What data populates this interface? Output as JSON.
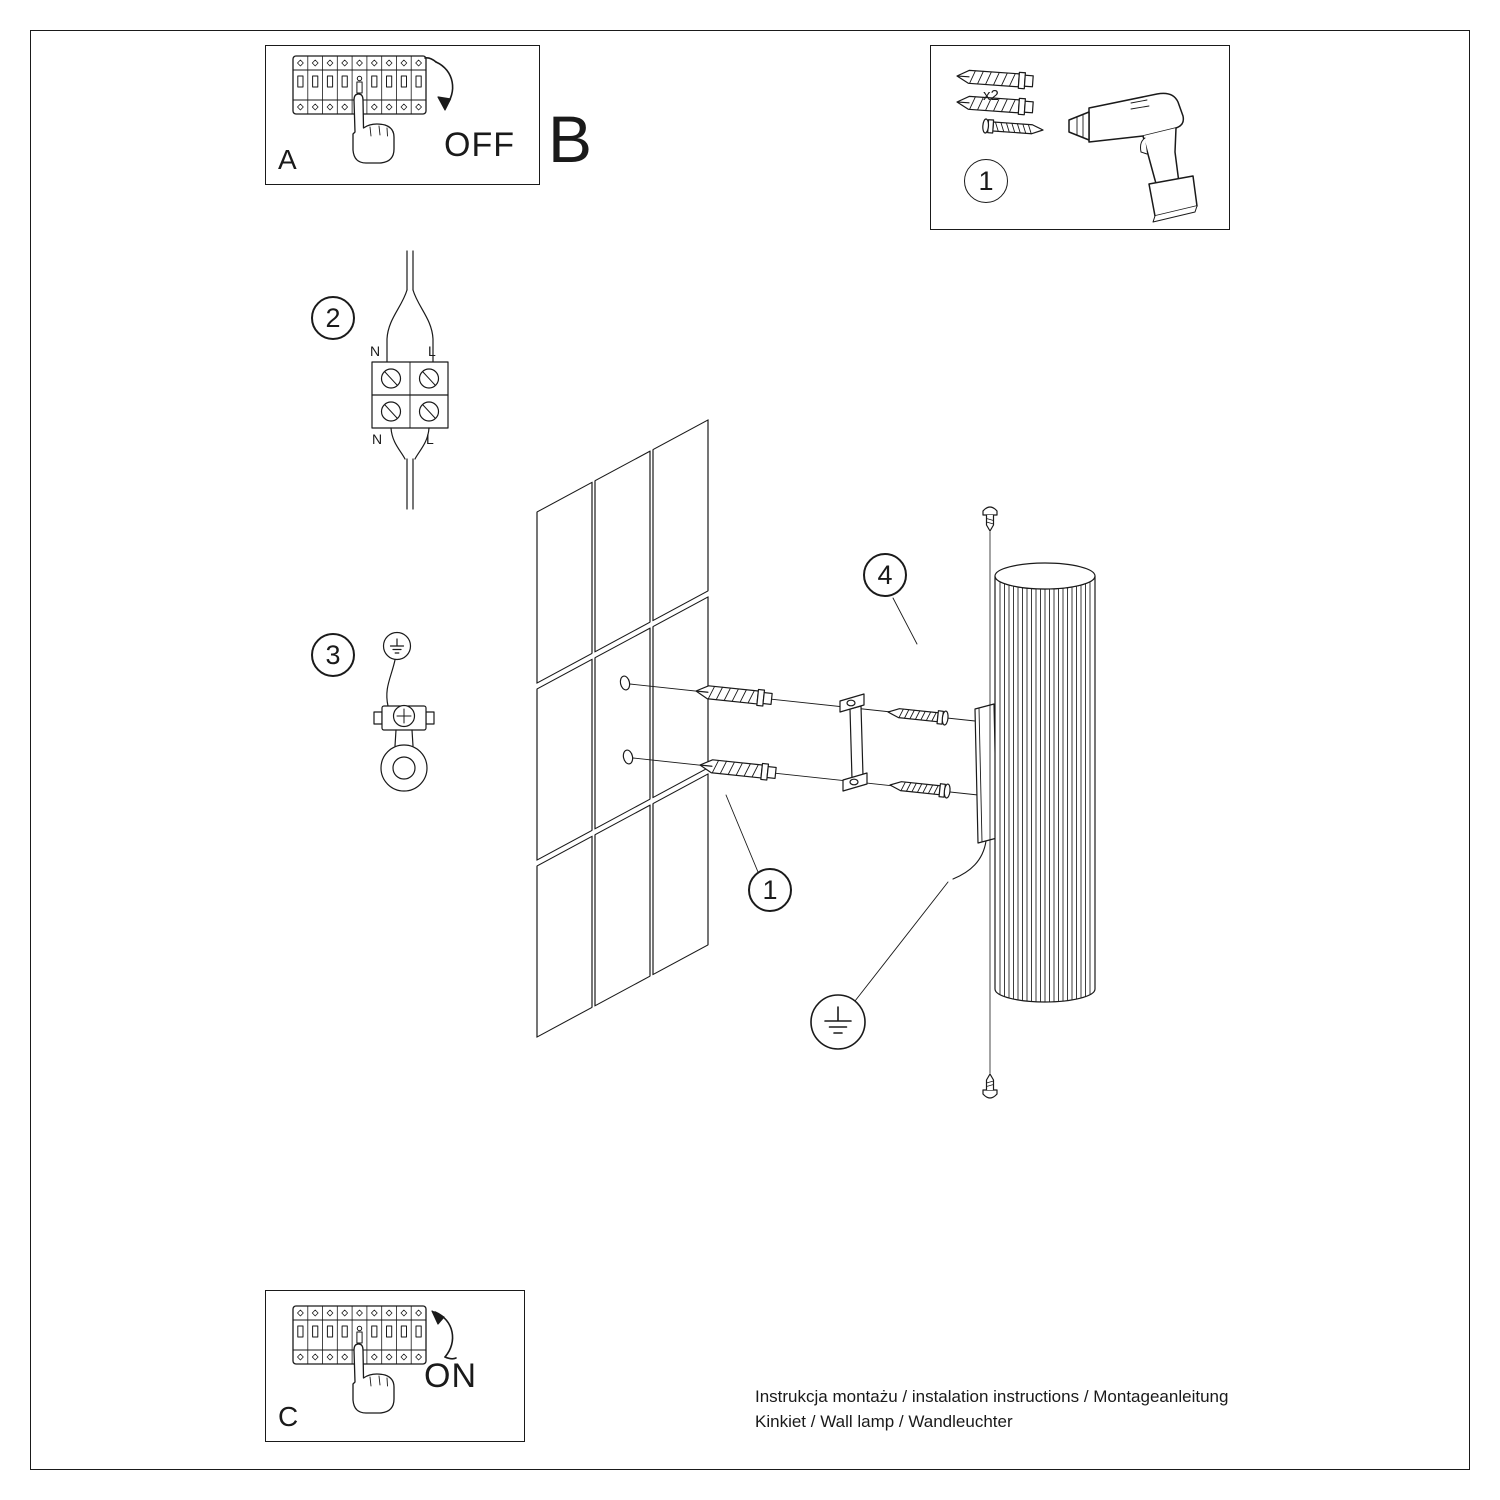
{
  "document": {
    "ink_color": "#1a1a1a",
    "background": "#ffffff"
  },
  "steps": {
    "panel_a": {
      "label": "A",
      "switch_state": "OFF"
    },
    "section_b": {
      "label": "B"
    },
    "tools": {
      "step_number": "1",
      "anchor_quantity": "x2"
    },
    "wiring": {
      "step_number": "2",
      "terminal_labels": {
        "top_left": "N",
        "top_right": "L",
        "bottom_left": "N",
        "bottom_right": "L"
      }
    },
    "grounding": {
      "step_number": "3"
    },
    "mounting": {
      "step_number_wall": "1",
      "step_number_lamp": "4"
    },
    "panel_c": {
      "label": "C",
      "switch_state": "ON"
    }
  },
  "footer": {
    "line_1": "Instrukcja montażu / instalation instructions / Montageanleitung",
    "line_2": "Kinkiet / Wall lamp / Wandleuchter"
  }
}
